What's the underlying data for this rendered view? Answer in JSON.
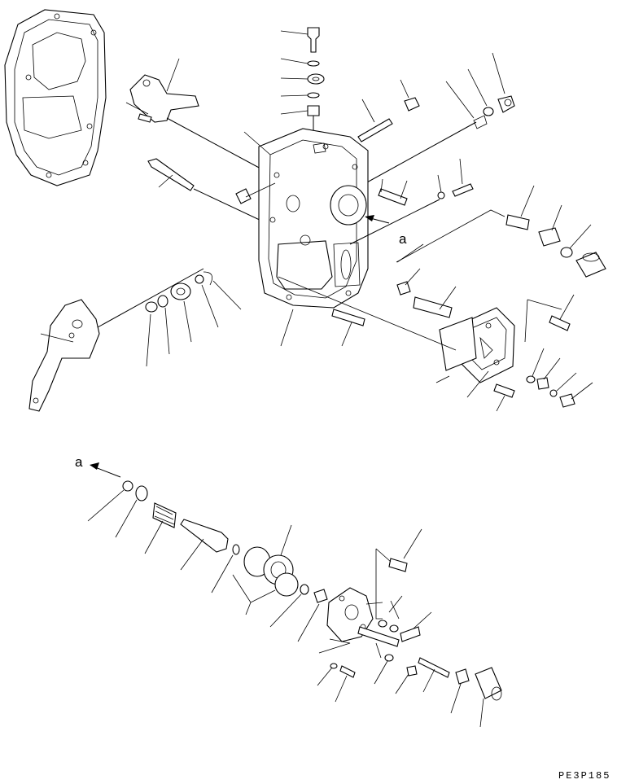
{
  "diagram": {
    "view_label_upper": "a",
    "view_label_lower": "a",
    "drawing_code": "PE3P185"
  },
  "colors": {
    "line": "#000000",
    "background": "#ffffff"
  }
}
